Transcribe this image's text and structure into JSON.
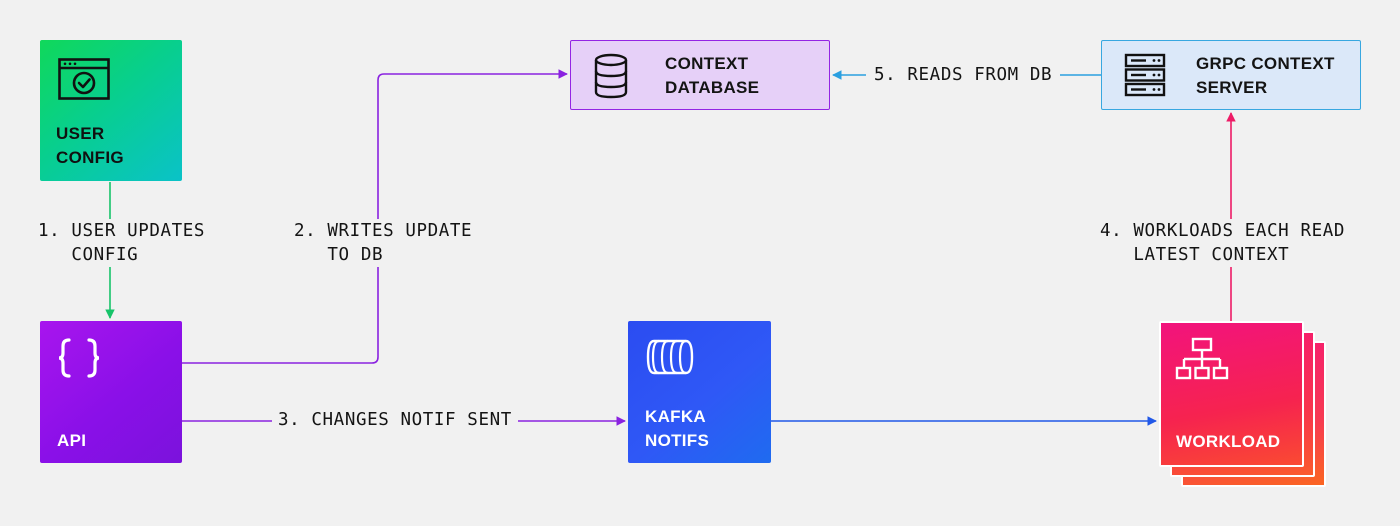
{
  "nodes": {
    "user_config": {
      "label": "USER\nCONFIG",
      "icon": "browser-check-icon",
      "color": "#12d87a"
    },
    "api": {
      "label": "API",
      "icon": "curly-braces-icon",
      "color": "#9412ea"
    },
    "context_database": {
      "label": "CONTEXT\nDATABASE",
      "icon": "database-icon",
      "color": "#e6d0f8"
    },
    "grpc_context_server": {
      "label": "GRPC CONTEXT\nSERVER",
      "icon": "server-rack-icon",
      "color": "#dbe8f9"
    },
    "kafka_notifs": {
      "label": "KAFKA\nNOTIFS",
      "icon": "queue-cylinder-icon",
      "color": "#2b52f4"
    },
    "workload": {
      "label": "WORKLOAD",
      "icon": "hierarchy-icon",
      "color": "#f5206a"
    }
  },
  "steps": [
    {
      "label": "1. USER UPDATES\n   CONFIG",
      "from": "user_config",
      "to": "api",
      "color": "#17c46a"
    },
    {
      "label": "2. WRITES UPDATE\n   TO DB",
      "from": "api",
      "to": "context_database",
      "color": "#8a22e0"
    },
    {
      "label": "3. CHANGES NOTIF SENT",
      "from": "api",
      "to": "kafka_notifs",
      "color": "#8a22e0"
    },
    {
      "label": "4. WORKLOADS EACH READ\n   LATEST CONTEXT",
      "from": "workload",
      "to": "grpc_context_server",
      "color": "#ee1c66"
    },
    {
      "label": "5. READS FROM DB",
      "from": "grpc_context_server",
      "to": "context_database",
      "color": "#2a9fe0"
    }
  ],
  "unlabeled_edges": [
    {
      "from": "kafka_notifs",
      "to": "workload",
      "color": "#2158e8"
    }
  ]
}
